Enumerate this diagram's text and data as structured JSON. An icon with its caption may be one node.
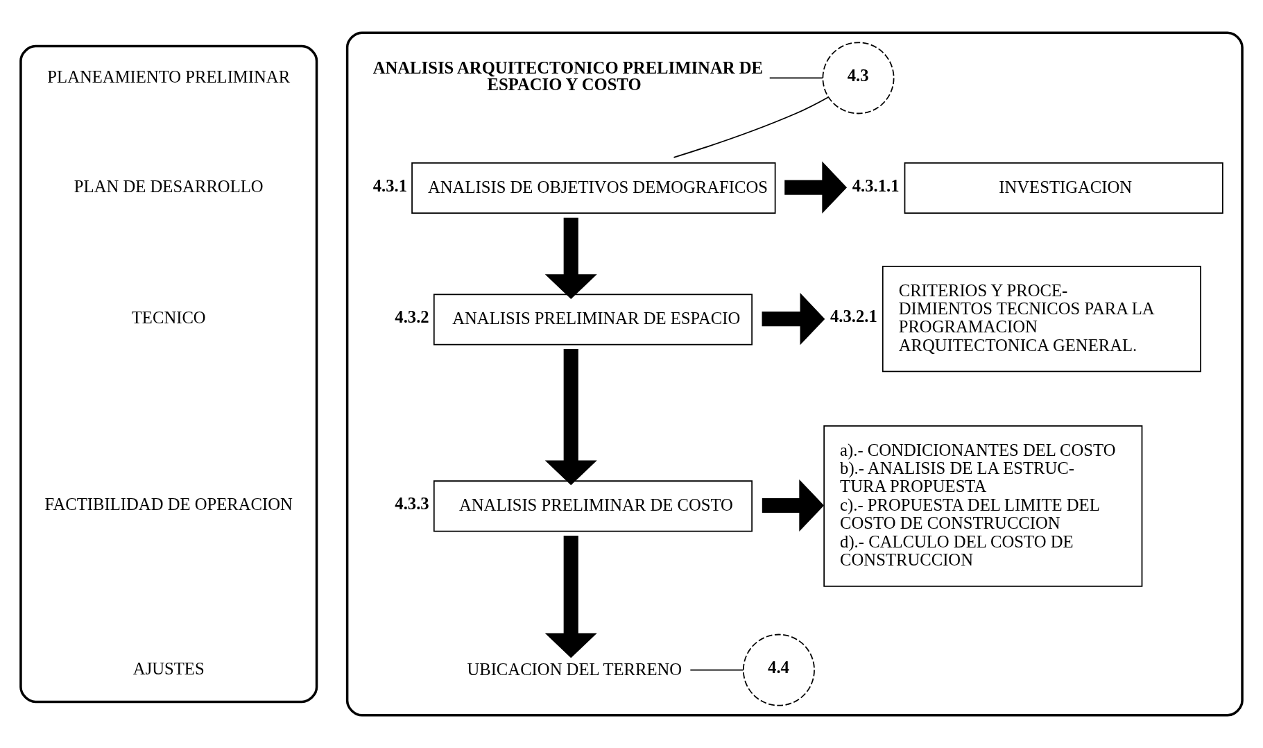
{
  "diagram": {
    "nodes": [
      {
        "text": [],
        "shape": "box"
      },
      {
        "text": [],
        "shape": "box"
      },
      {
        "text": [
          "ANALISIS ARQUITECTONICO PRELIMINAR DE ESPACIO Y COSTO"
        ],
        "in": 1
      },
      {
        "text": [
          "4.3"
        ],
        "in": 1
      },
      {
        "text": [
          "ANALISIS DE OBJETIVOS DEMOGRAFICOS"
        ],
        "beside": [
          "4.3.1"
        ],
        "in": 1
      },
      {
        "text": [
          "INVESTIGACION"
        ],
        "beside": [
          "4.3.1.1"
        ],
        "in": 1
      },
      {
        "text": [
          "ANALISIS PRELIMINAR DE ESPACIO"
        ],
        "beside": [
          "4.3.2"
        ],
        "in": 1
      },
      {
        "text": [
          "CRITERIOS Y PROCE- DIMIENTOS TECNICOS PARA LA PROGRAMACION ARQUITECTONICA GENERAL."
        ],
        "beside": [
          "4.3.2.1"
        ],
        "in": 1
      },
      {
        "text": [
          "ANALISIS PRELIMINAR DE COSTO"
        ],
        "beside": [
          "4.3.3"
        ],
        "in": 1
      },
      {
        "text": [
          "a).- CONDICIONANTES DEL COSTO",
          "b).- ANALISIS DE LA ESTRUC- TURA PROPUESTA",
          "c).- PROPUESTA DEL LIMITE DEL COSTO DE CONSTRUCCION",
          "d).- CALCULO DEL COSTO DE CONSTRUCCION"
        ],
        "in": 1
      },
      {
        "text": [
          "UBICACION DEL TERRENO"
        ],
        "in": 1
      },
      {
        "text": [
          "4.4"
        ],
        "in": 1
      }
    ],
    "edges": [
      {
        "from": 2,
        "to": 3,
        "arrow": "none"
      },
      {
        "from": 3,
        "to": 4,
        "arrow": "none"
      },
      {
        "from": 4,
        "to": 5,
        "arrow": "to"
      },
      {
        "from": 4,
        "to": 6,
        "arrow": "to"
      },
      {
        "from": 6,
        "to": 7,
        "arrow": "to"
      },
      {
        "from": 6,
        "to": 8,
        "arrow": "to"
      },
      {
        "from": 8,
        "to": 9,
        "arrow": "to"
      },
      {
        "from": 8,
        "to": 10,
        "arrow": "to"
      },
      {
        "from": 10,
        "to": 11,
        "arrow": "none"
      }
    ],
    "labels": [
      "PLANEAMIENTO PRELIMINAR",
      "PLAN DE DESARROLLO",
      "TECNICO",
      "FACTIBILIDAD DE OPERACION",
      "AJUSTES"
    ]
  }
}
